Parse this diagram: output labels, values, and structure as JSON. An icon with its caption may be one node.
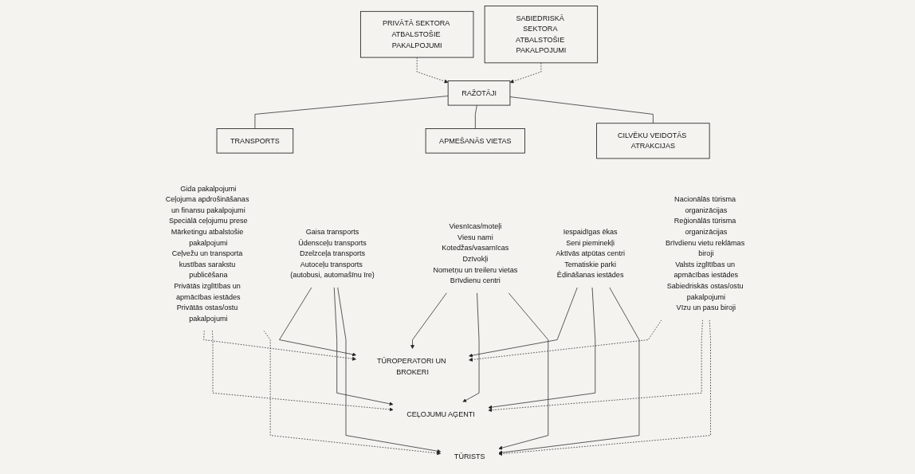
{
  "diagram": {
    "nodes": [
      {
        "text": [
          "PRIVĀTĀ SEKTORA ATBALSTOŠIE PAKALPOJUMI"
        ]
      },
      {
        "text": [
          "RAŽOTĀJI"
        ]
      },
      {
        "text": [
          "SABIEDRISKĀ SEKTORA ATBALSTOŠIE PAKALPOJUMI"
        ]
      },
      {
        "text": [
          "TRANSPORTS"
        ]
      },
      {
        "text": [
          "APMEŠANĀS VIETAS"
        ]
      },
      {
        "text": [
          "CILVĒKU VEIDOTĀS ATRAKCIJAS"
        ]
      },
      {
        "text": [
          "Gida pakalpojumi",
          "Ceļojuma apdrošināšanas un finansu pakalpojumi",
          "Speciālā ceļojumu prese",
          "Mārketingu atbalstošie pakalpojumi",
          "Ceļvežu un transporta kustības sarakstu publicēšana",
          "Privātās izglītības un apmācības iestādes",
          "Privātās ostas/ostu pakalpojumi"
        ]
      },
      {
        "text": [
          "Gaisa transports",
          "Ūdensceļu transports",
          "Dzelzceļa transports",
          "Autoceļu transports (autobusi, automašīnu īre)"
        ]
      },
      {
        "text": [
          "Viesnīcas/moteļi",
          "Viesu nami",
          "Kotedžas/vasarnīcas",
          "Dzīvokļi",
          "Nometņu un treileru vietas",
          "Brīvdienu centri"
        ]
      },
      {
        "text": [
          "Iespaidīgas ēkas",
          "Seni pieminekļi",
          "Aktīvās atpūtas centri",
          "Tematiskie parki",
          "Ēdināšanas iestādes"
        ]
      },
      {
        "text": [
          "Nacionālās tūrisma organizācijas",
          "Reģionālās tūrisma organizācijas",
          "Brīvdienu vietu reklāmas biroji",
          "Valsts izglītības un apmācības iestādes",
          "Sabiedriskās ostas/ostu pakalpojumi",
          "Vīzu un pasu biroji"
        ]
      },
      {
        "text": [
          "TŪROPERATORI UN BROKERI"
        ]
      },
      {
        "text": [
          "CEĻOJUMU AĢENTI"
        ]
      },
      {
        "text": [
          "TŪRISTS"
        ]
      }
    ],
    "edges": [
      {
        "from": 0,
        "to": 1,
        "arrow": "to",
        "style": "dashed"
      },
      {
        "from": 2,
        "to": 1,
        "arrow": "to",
        "style": "dashed"
      },
      {
        "from": 1,
        "to": 3,
        "arrow": "none"
      },
      {
        "from": 1,
        "to": 4,
        "arrow": "none"
      },
      {
        "from": 1,
        "to": 5,
        "arrow": "none"
      },
      {
        "from": 7,
        "to": 11,
        "arrow": "to"
      },
      {
        "from": 7,
        "to": 12,
        "arrow": "to"
      },
      {
        "from": 7,
        "to": 13,
        "arrow": "to"
      },
      {
        "from": 8,
        "to": 11,
        "arrow": "to"
      },
      {
        "from": 8,
        "to": 12,
        "arrow": "to"
      },
      {
        "from": 8,
        "to": 13,
        "arrow": "to"
      },
      {
        "from": 9,
        "to": 11,
        "arrow": "to"
      },
      {
        "from": 9,
        "to": 12,
        "arrow": "to"
      },
      {
        "from": 9,
        "to": 13,
        "arrow": "to"
      },
      {
        "from": 6,
        "to": 11,
        "arrow": "to",
        "style": "dashed"
      },
      {
        "from": 6,
        "to": 12,
        "arrow": "to",
        "style": "dashed"
      },
      {
        "from": 6,
        "to": 13,
        "arrow": "to",
        "style": "dashed"
      },
      {
        "from": 10,
        "to": 11,
        "arrow": "to",
        "style": "dashed"
      },
      {
        "from": 10,
        "to": 12,
        "arrow": "to",
        "style": "dashed"
      },
      {
        "from": 10,
        "to": 13,
        "arrow": "to",
        "style": "dashed"
      }
    ]
  }
}
